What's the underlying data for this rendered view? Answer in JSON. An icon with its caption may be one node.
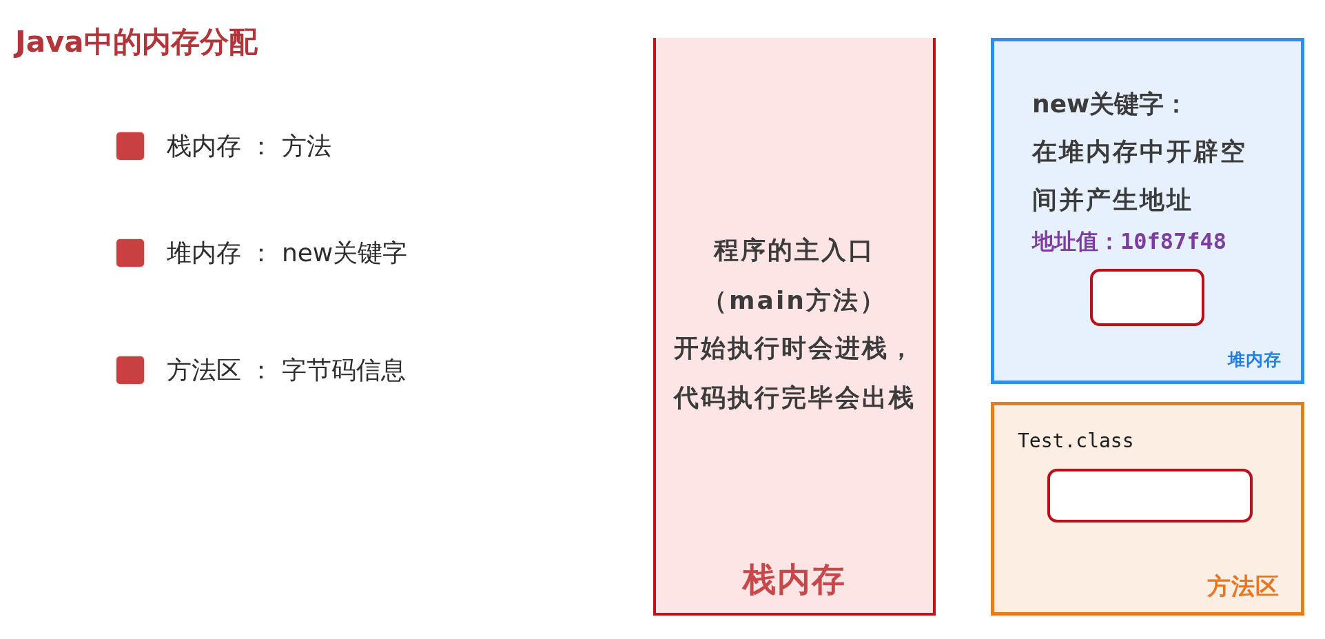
{
  "diagram": {
    "title": "Java中的内存分配",
    "nodes": [
      {
        "text": [
          "程序的主入口",
          "（main方法）",
          "开始执行时会进栈，",
          "代码执行完毕会出栈",
          "栈内存"
        ]
      },
      {
        "text": [
          "new关键字：",
          "在堆内存中开辟空间并产生地址",
          "地址值：10f87f48",
          "堆内存"
        ]
      },
      {
        "text": [],
        "shape": "box",
        "in": 1
      },
      {
        "text": [
          "Test.class",
          "方法区"
        ]
      },
      {
        "text": [],
        "shape": "box",
        "in": 3
      }
    ],
    "labels": [
      "栈内存 ： 方法",
      "堆内存 ： new关键字",
      "方法区 ： 字节码信息"
    ]
  }
}
